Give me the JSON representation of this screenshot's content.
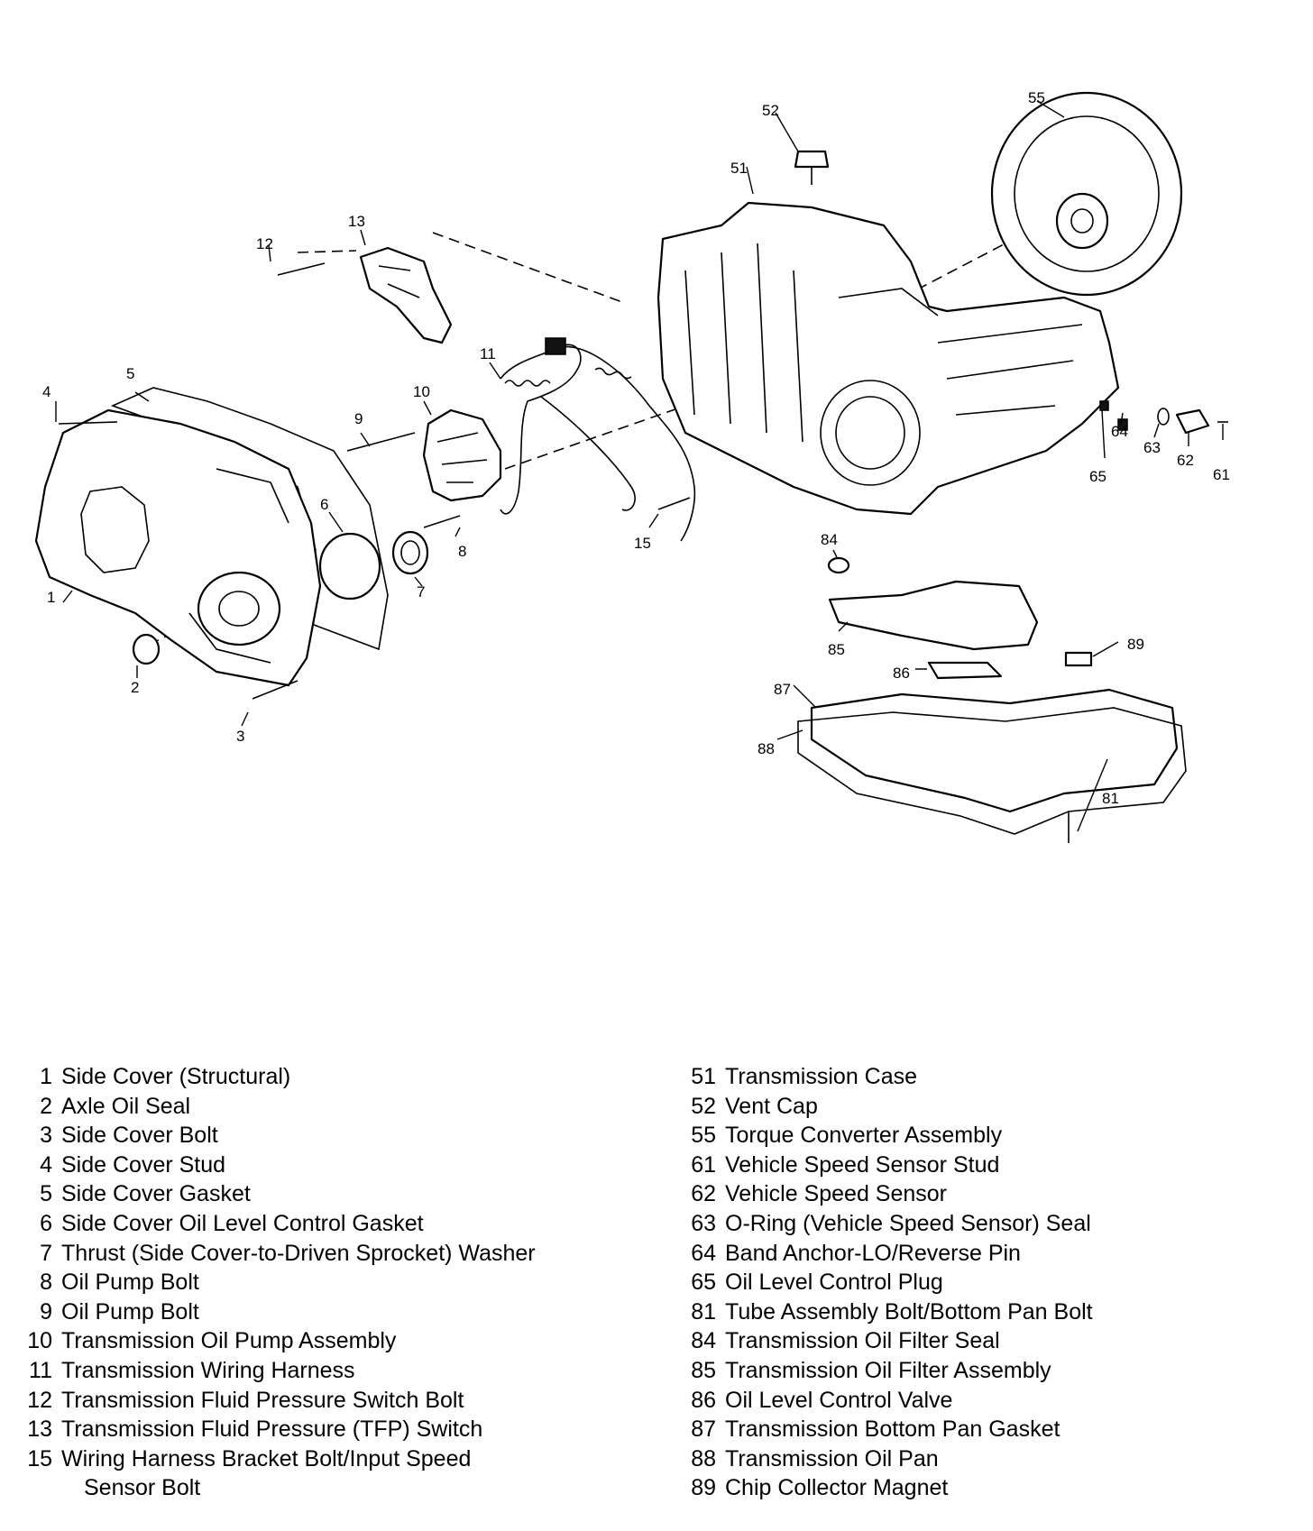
{
  "callouts": {
    "c1": "1",
    "c2": "2",
    "c3": "3",
    "c4": "4",
    "c5": "5",
    "c6": "6",
    "c7": "7",
    "c8": "8",
    "c9": "9",
    "c10": "10",
    "c11": "11",
    "c12": "12",
    "c13": "13",
    "c15": "15",
    "c51": "51",
    "c52": "52",
    "c55": "55",
    "c61": "61",
    "c62": "62",
    "c63": "63",
    "c64": "64",
    "c65": "65",
    "c81": "81",
    "c84": "84",
    "c85": "85",
    "c86": "86",
    "c87": "87",
    "c88": "88",
    "c89": "89"
  },
  "legend_left": [
    {
      "num": "1",
      "label": "Side Cover (Structural)"
    },
    {
      "num": "2",
      "label": "Axle Oil Seal"
    },
    {
      "num": "3",
      "label": "Side Cover Bolt"
    },
    {
      "num": "4",
      "label": "Side Cover Stud"
    },
    {
      "num": "5",
      "label": "Side Cover Gasket"
    },
    {
      "num": "6",
      "label": "Side Cover Oil Level Control Gasket"
    },
    {
      "num": "7",
      "label": "Thrust (Side Cover-to-Driven Sprocket) Washer"
    },
    {
      "num": "8",
      "label": "Oil Pump Bolt"
    },
    {
      "num": "9",
      "label": "Oil Pump Bolt"
    },
    {
      "num": "10",
      "label": "Transmission Oil Pump Assembly"
    },
    {
      "num": "11",
      "label": "Transmission Wiring Harness"
    },
    {
      "num": "12",
      "label": "Transmission Fluid Pressure Switch Bolt"
    },
    {
      "num": "13",
      "label": "Transmission Fluid Pressure (TFP) Switch"
    },
    {
      "num": "15",
      "label": "Wiring Harness Bracket Bolt/Input Speed"
    }
  ],
  "legend_left_continuation": "Sensor Bolt",
  "legend_right": [
    {
      "num": "51",
      "label": "Transmission Case"
    },
    {
      "num": "52",
      "label": "Vent Cap"
    },
    {
      "num": "55",
      "label": "Torque Converter Assembly"
    },
    {
      "num": "61",
      "label": "Vehicle Speed Sensor Stud"
    },
    {
      "num": "62",
      "label": "Vehicle Speed Sensor"
    },
    {
      "num": "63",
      "label": "O-Ring (Vehicle Speed Sensor) Seal"
    },
    {
      "num": "64",
      "label": "Band Anchor-LO/Reverse Pin"
    },
    {
      "num": "65",
      "label": "Oil Level Control Plug"
    },
    {
      "num": "81",
      "label": "Tube Assembly Bolt/Bottom Pan Bolt"
    },
    {
      "num": "84",
      "label": "Transmission Oil Filter Seal"
    },
    {
      "num": "85",
      "label": "Transmission Oil Filter Assembly"
    },
    {
      "num": "86",
      "label": "Oil Level Control Valve"
    },
    {
      "num": "87",
      "label": "Transmission Bottom Pan Gasket"
    },
    {
      "num": "88",
      "label": "Transmission Oil Pan"
    },
    {
      "num": "89",
      "label": "Chip Collector Magnet"
    }
  ]
}
